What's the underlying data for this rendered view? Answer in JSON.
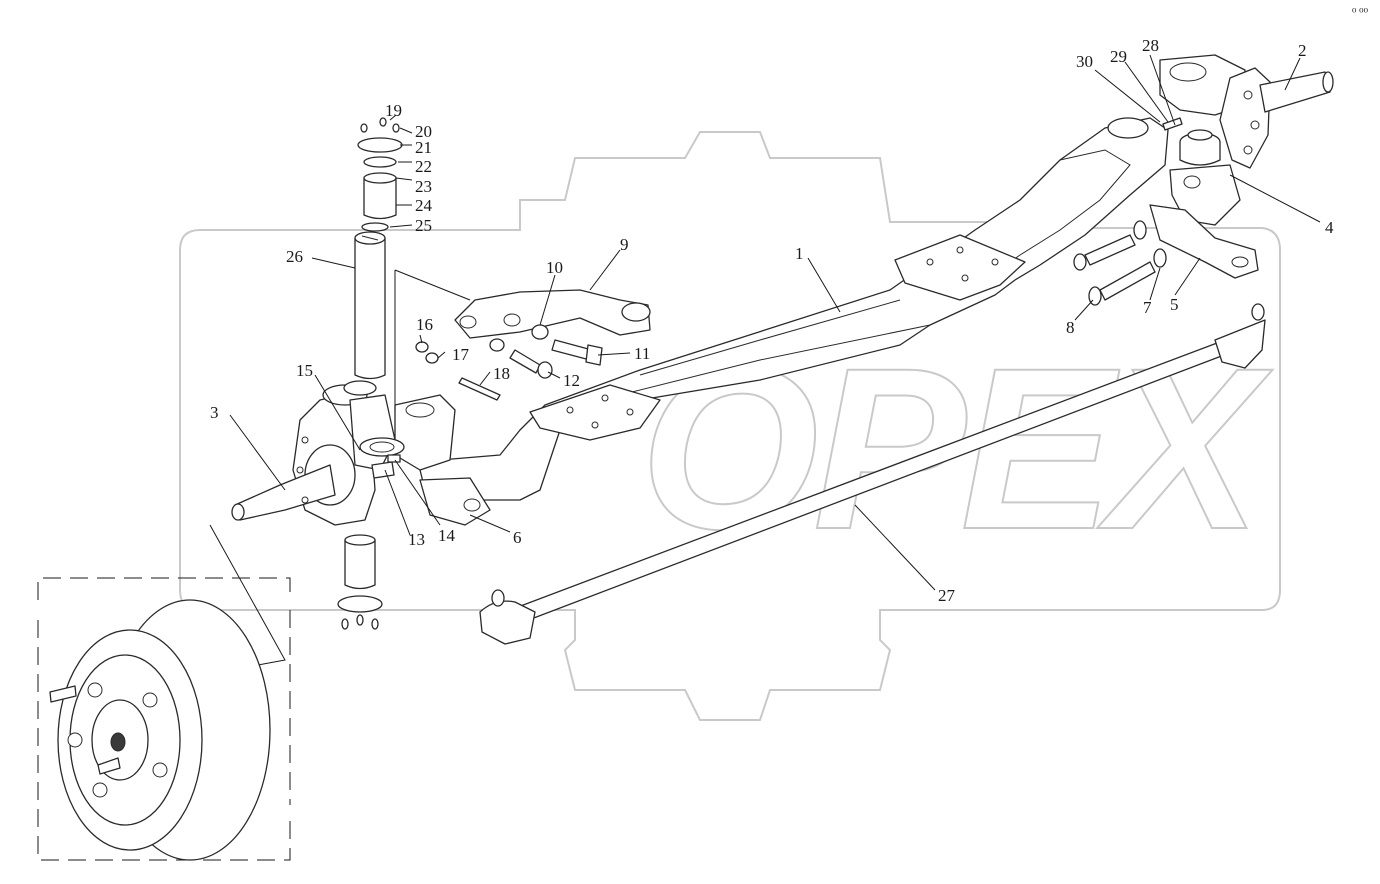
{
  "diagram": {
    "corner_mark": "⁰ ⁰⁰",
    "labels": [
      {
        "id": "1",
        "text": "1"
      },
      {
        "id": "2",
        "text": "2"
      },
      {
        "id": "3",
        "text": "3"
      },
      {
        "id": "4",
        "text": "4"
      },
      {
        "id": "5",
        "text": "5"
      },
      {
        "id": "6",
        "text": "6"
      },
      {
        "id": "7",
        "text": "7"
      },
      {
        "id": "8",
        "text": "8"
      },
      {
        "id": "9",
        "text": "9"
      },
      {
        "id": "10",
        "text": "10"
      },
      {
        "id": "11",
        "text": "11"
      },
      {
        "id": "12",
        "text": "12"
      },
      {
        "id": "13",
        "text": "13"
      },
      {
        "id": "14",
        "text": "14"
      },
      {
        "id": "15",
        "text": "15"
      },
      {
        "id": "16",
        "text": "16"
      },
      {
        "id": "17",
        "text": "17"
      },
      {
        "id": "18",
        "text": "18"
      },
      {
        "id": "19",
        "text": "19"
      },
      {
        "id": "20",
        "text": "20"
      },
      {
        "id": "21",
        "text": "21"
      },
      {
        "id": "22",
        "text": "22"
      },
      {
        "id": "23",
        "text": "23"
      },
      {
        "id": "24",
        "text": "24"
      },
      {
        "id": "25",
        "text": "25"
      },
      {
        "id": "26",
        "text": "26"
      },
      {
        "id": "27",
        "text": "27"
      },
      {
        "id": "28",
        "text": "28"
      },
      {
        "id": "29",
        "text": "29"
      },
      {
        "id": "30",
        "text": "30"
      }
    ],
    "watermark": {
      "text": "OPEX",
      "color": "#c9c9c9"
    },
    "line_color": "#2a2a2a",
    "background": "#ffffff"
  }
}
